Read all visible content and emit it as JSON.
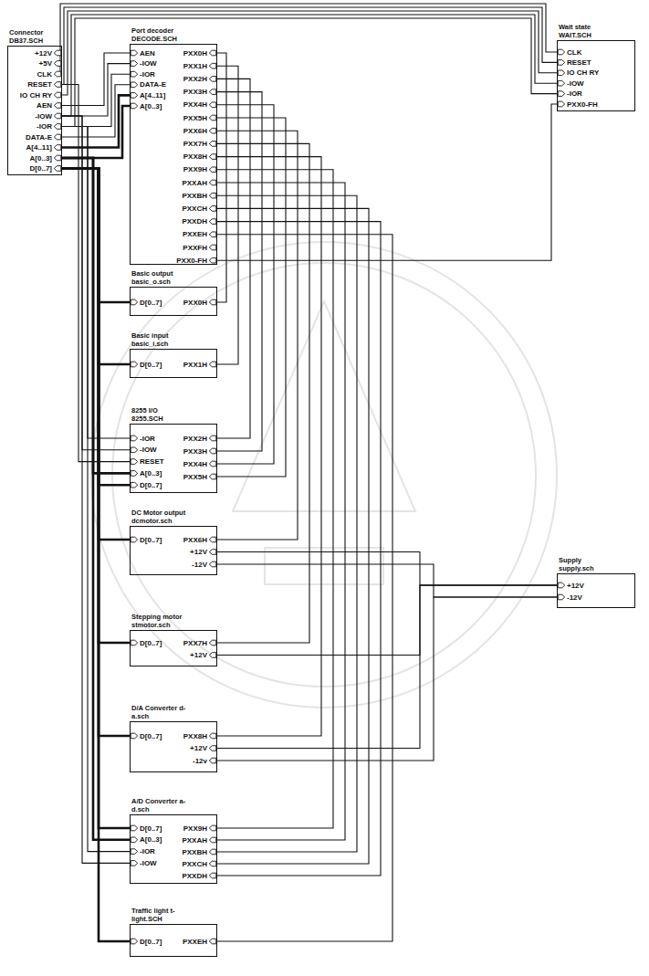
{
  "diagram": {
    "nodes": [
      {
        "text": [
          "Connector DB37.SCH",
          "+12V",
          "+5V",
          "CLK",
          "RESET",
          "IO CH RY",
          "AEN",
          "-IOW",
          "-IOR",
          "DATA-E",
          "A[4..11]",
          "A[0..3]",
          "D[0..7]"
        ]
      },
      {
        "text": [
          "Port decoder DECODE.SCH",
          "AEN",
          "-IOW",
          "-IOR",
          "DATA-E",
          "A[4..11]",
          "A[0..3]",
          "PXX0H",
          "PXX1H",
          "PXX2H",
          "PXX3H",
          "PXX4H",
          "PXX5H",
          "PXX6H",
          "PXX7H",
          "PXX8H",
          "PXX9H",
          "PXXAH",
          "PXXBH",
          "PXXCH",
          "PXXDH",
          "PXXEH",
          "PXXFH",
          "PXX0-FH"
        ]
      },
      {
        "text": [
          "Wait state WAIT.SCH",
          "CLK",
          "RESET",
          "IO CH RY",
          "-IOW",
          "-IOR",
          "PXX0-FH"
        ]
      },
      {
        "text": [
          "Basic output basic_o.sch",
          "D[0..7]",
          "PXX0H"
        ]
      },
      {
        "text": [
          "Basic input basic_i.sch",
          "D[0..7]",
          "PXX1H"
        ]
      },
      {
        "text": [
          "8255 I/O 8255.SCH",
          "-IOR",
          "-IOW",
          "RESET",
          "A[0..3]",
          "D[0..7]",
          "PXX2H",
          "PXX3H",
          "PXX4H",
          "PXX5H"
        ]
      },
      {
        "text": [
          "DC Motor output dcmotor.sch",
          "D[0..7]",
          "PXX6H",
          "+12V",
          "-12V"
        ]
      },
      {
        "text": [
          "Stepping motor stmotor.sch",
          "D[0..7]",
          "PXX7H",
          "+12V"
        ]
      },
      {
        "text": [
          "D/A Converter d-a.sch",
          "D[0..7]",
          "PXX8H",
          "+12V",
          "-12v"
        ]
      },
      {
        "text": [
          "A/D Converter a-d.sch",
          "D[0..7]",
          "A[0..3]",
          "-IOR",
          "-IOW",
          "PXX9H",
          "PXXAH",
          "PXXBH",
          "PXXCH",
          "PXXDH"
        ]
      },
      {
        "text": [
          "Traffic light t-light.SCH",
          "D[0..7]",
          "PXXEH"
        ]
      },
      {
        "text": [
          "Supply supply.sch",
          "+12V",
          "-12V"
        ]
      }
    ],
    "edges": [
      {
        "from": 0,
        "to": 1,
        "arrow": "none"
      },
      {
        "from": 0,
        "to": 1,
        "arrow": "none"
      },
      {
        "from": 0,
        "to": 1,
        "arrow": "none"
      },
      {
        "from": 0,
        "to": 1,
        "arrow": "none"
      },
      {
        "from": 0,
        "to": 1,
        "arrow": "none"
      },
      {
        "from": 0,
        "to": 1,
        "arrow": "none"
      },
      {
        "from": 0,
        "to": 2,
        "arrow": "none"
      },
      {
        "from": 0,
        "to": 2,
        "arrow": "none"
      },
      {
        "from": 0,
        "to": 2,
        "arrow": "none"
      },
      {
        "from": 0,
        "to": 2,
        "arrow": "none"
      },
      {
        "from": 0,
        "to": 2,
        "arrow": "none"
      },
      {
        "from": 1,
        "to": 2,
        "arrow": "none"
      },
      {
        "from": 0,
        "to": 3,
        "arrow": "none"
      },
      {
        "from": 0,
        "to": 4,
        "arrow": "none"
      },
      {
        "from": 0,
        "to": 5,
        "arrow": "none"
      },
      {
        "from": 0,
        "to": 6,
        "arrow": "none"
      },
      {
        "from": 0,
        "to": 7,
        "arrow": "none"
      },
      {
        "from": 0,
        "to": 8,
        "arrow": "none"
      },
      {
        "from": 0,
        "to": 9,
        "arrow": "none"
      },
      {
        "from": 0,
        "to": 10,
        "arrow": "none"
      },
      {
        "from": 0,
        "to": 5,
        "arrow": "none"
      },
      {
        "from": 0,
        "to": 9,
        "arrow": "none"
      },
      {
        "from": 0,
        "to": 5,
        "arrow": "none"
      },
      {
        "from": 0,
        "to": 9,
        "arrow": "none"
      },
      {
        "from": 0,
        "to": 5,
        "arrow": "none"
      },
      {
        "from": 0,
        "to": 9,
        "arrow": "none"
      },
      {
        "from": 0,
        "to": 5,
        "arrow": "none"
      },
      {
        "from": 1,
        "to": 3,
        "arrow": "none"
      },
      {
        "from": 1,
        "to": 4,
        "arrow": "none"
      },
      {
        "from": 1,
        "to": 5,
        "arrow": "none"
      },
      {
        "from": 1,
        "to": 5,
        "arrow": "none"
      },
      {
        "from": 1,
        "to": 5,
        "arrow": "none"
      },
      {
        "from": 1,
        "to": 5,
        "arrow": "none"
      },
      {
        "from": 1,
        "to": 6,
        "arrow": "none"
      },
      {
        "from": 1,
        "to": 7,
        "arrow": "none"
      },
      {
        "from": 1,
        "to": 8,
        "arrow": "none"
      },
      {
        "from": 1,
        "to": 9,
        "arrow": "none"
      },
      {
        "from": 1,
        "to": 9,
        "arrow": "none"
      },
      {
        "from": 1,
        "to": 9,
        "arrow": "none"
      },
      {
        "from": 1,
        "to": 9,
        "arrow": "none"
      },
      {
        "from": 1,
        "to": 9,
        "arrow": "none"
      },
      {
        "from": 1,
        "to": 10,
        "arrow": "none"
      },
      {
        "from": 11,
        "to": 6,
        "arrow": "none"
      },
      {
        "from": 11,
        "to": 6,
        "arrow": "none"
      },
      {
        "from": 11,
        "to": 7,
        "arrow": "none"
      },
      {
        "from": 11,
        "to": 8,
        "arrow": "none"
      },
      {
        "from": 11,
        "to": 8,
        "arrow": "none"
      }
    ]
  }
}
